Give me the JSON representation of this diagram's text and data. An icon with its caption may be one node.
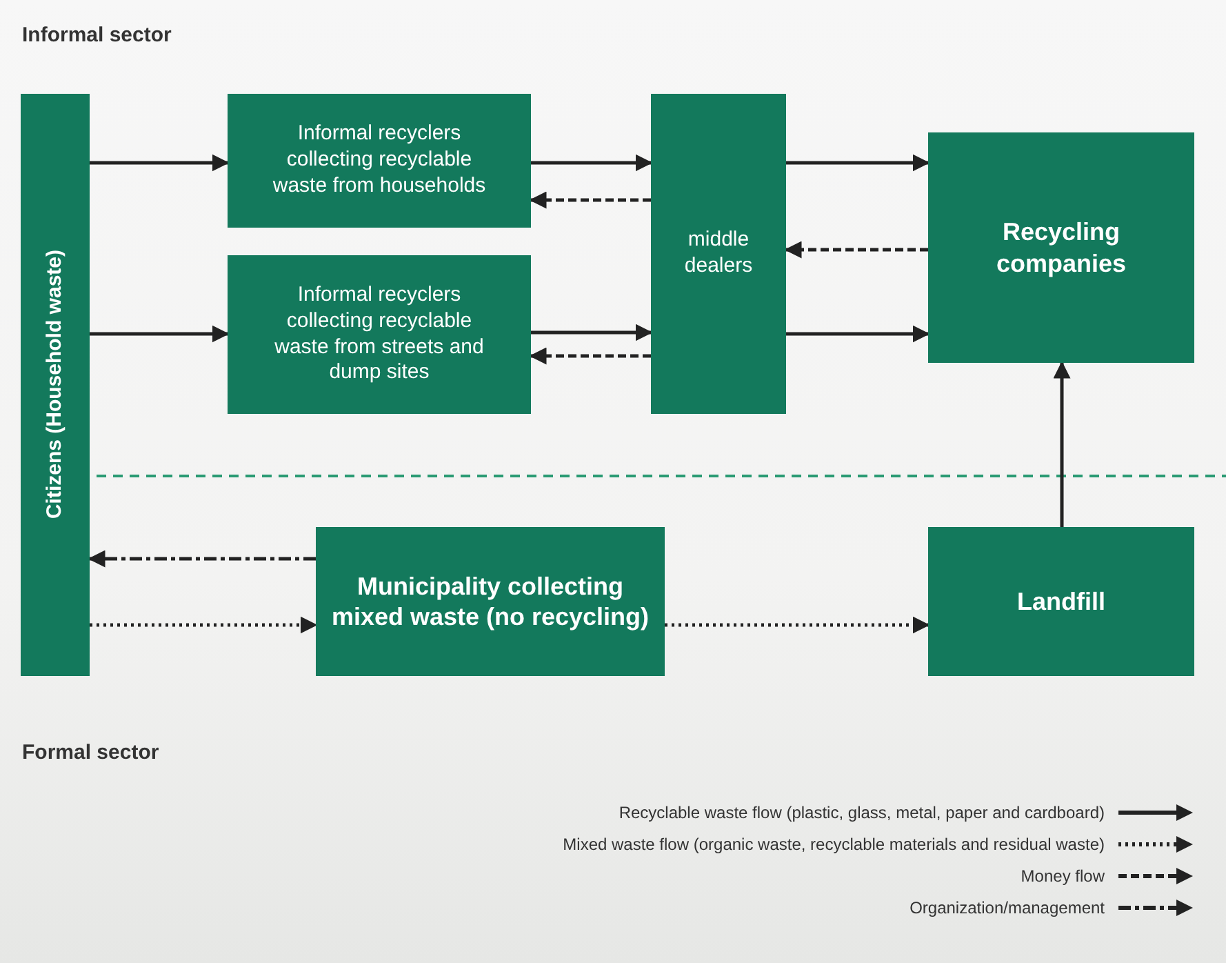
{
  "diagram": {
    "nodes": [
      {
        "text": [
          "Citizens (Household waste)"
        ]
      },
      {
        "text": [
          "Informal recyclers collecting recyclable waste from households"
        ]
      },
      {
        "text": [
          "Informal recyclers collecting recyclable waste from streets and dump sites"
        ]
      },
      {
        "text": [
          "middle dealers"
        ]
      },
      {
        "text": [
          "Recycling companies"
        ]
      },
      {
        "text": [
          "Municipality collecting mixed waste (no recycling)"
        ]
      },
      {
        "text": [
          "Landfill"
        ]
      }
    ],
    "edges": [
      {
        "from": 0,
        "to": 1,
        "arrow": "to"
      },
      {
        "from": 1,
        "to": 3,
        "arrow": "to"
      },
      {
        "from": 3,
        "to": 1,
        "arrow": "to",
        "style": "dashed"
      },
      {
        "from": 0,
        "to": 2,
        "arrow": "to"
      },
      {
        "from": 2,
        "to": 3,
        "arrow": "to"
      },
      {
        "from": 3,
        "to": 2,
        "arrow": "to",
        "style": "dashed"
      },
      {
        "from": 3,
        "to": 4,
        "arrow": "to"
      },
      {
        "from": 4,
        "to": 3,
        "arrow": "to",
        "style": "dashed"
      },
      {
        "from": 3,
        "to": 4,
        "arrow": "to"
      },
      {
        "from": 6,
        "to": 4,
        "arrow": "to"
      },
      {
        "from": 5,
        "to": 0,
        "arrow": "to",
        "style": "dashed"
      },
      {
        "from": 0,
        "to": 5,
        "arrow": "to",
        "style": "dashed"
      },
      {
        "from": 5,
        "to": 6,
        "arrow": "to",
        "style": "dashed"
      }
    ],
    "labels": [
      "Informal sector",
      "Formal sector"
    ],
    "legend": [
      {
        "text": "Recyclable waste flow (plastic, glass, metal, paper and cardboard)"
      },
      {
        "text": "Mixed waste flow (organic waste, recyclable materials and residual waste)"
      },
      {
        "text": "Money flow"
      },
      {
        "text": "Organization/management"
      }
    ]
  }
}
